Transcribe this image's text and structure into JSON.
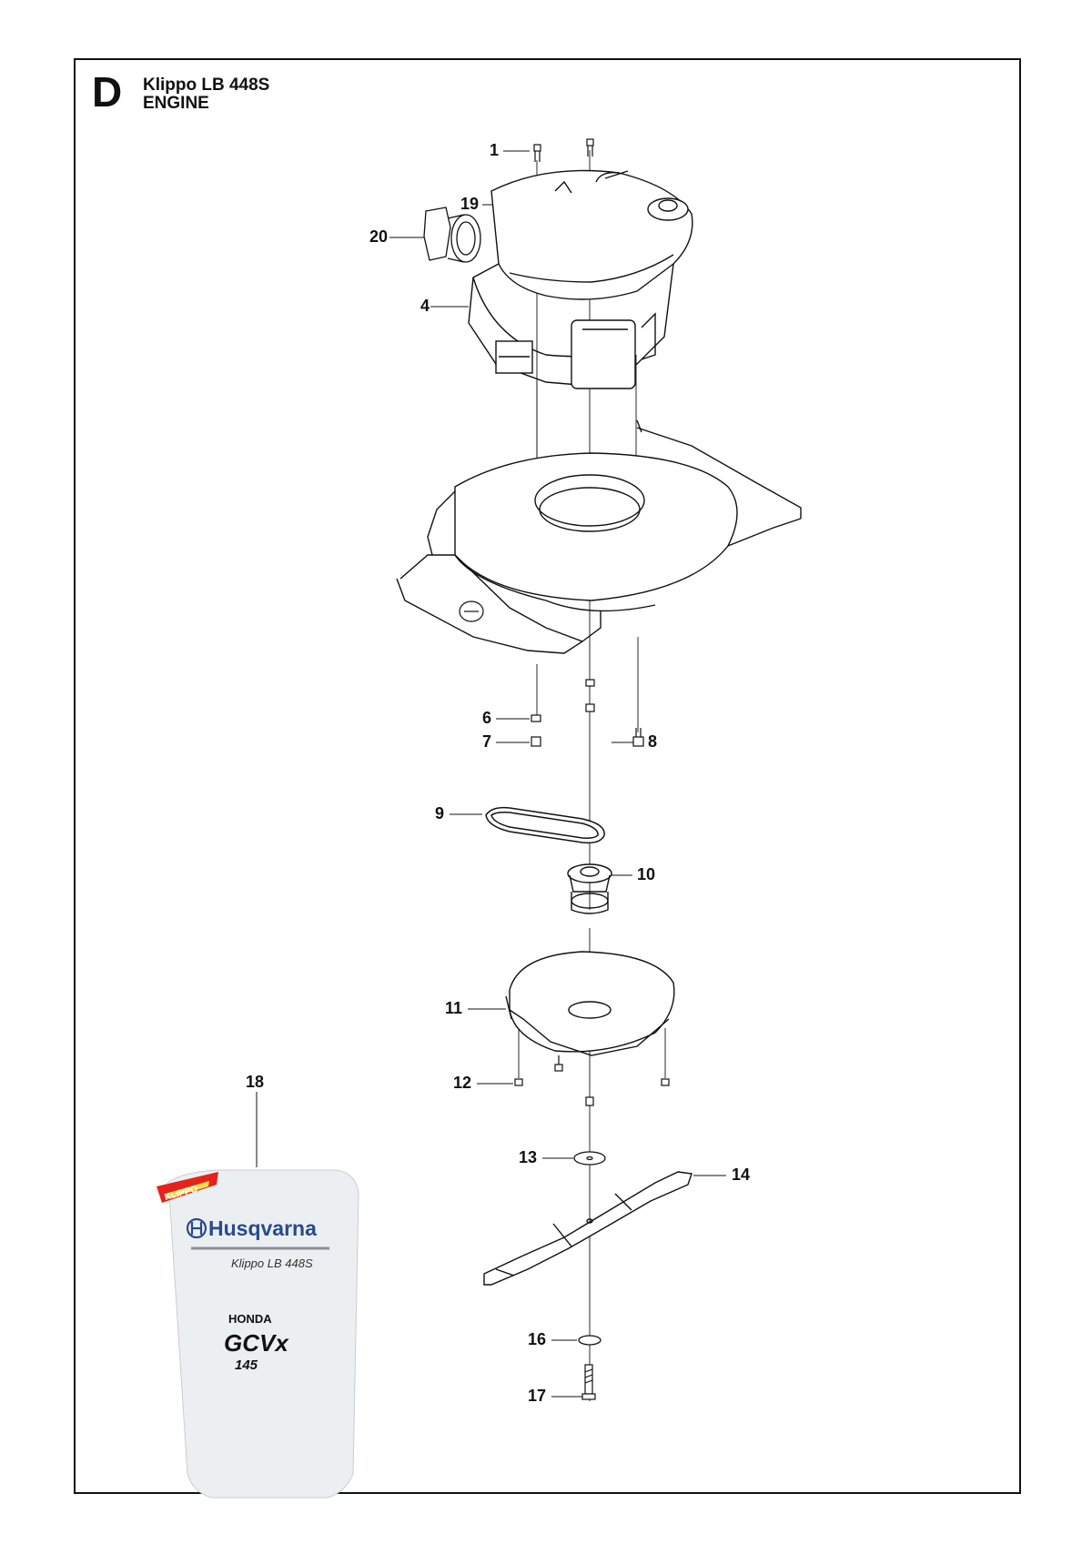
{
  "header": {
    "section_letter": "D",
    "model": "Klippo LB 448S",
    "group": "ENGINE"
  },
  "callouts": [
    "1",
    "19",
    "20",
    "4",
    "6",
    "7",
    "8",
    "9",
    "10",
    "11",
    "12",
    "18",
    "13",
    "14",
    "16",
    "17"
  ],
  "decal": {
    "badge": "KLIPPO",
    "brand": "Husqvarna",
    "model": "Klippo LB 448S",
    "engine_make": "HONDA",
    "engine_series": "GCVx",
    "engine_size": "145"
  },
  "colors": {
    "line": "#111111",
    "badge_red": "#e5231b",
    "badge_yellow": "#f6e04a",
    "brand_blue": "#2a4a8c",
    "decal_fill": "#eceff2"
  }
}
